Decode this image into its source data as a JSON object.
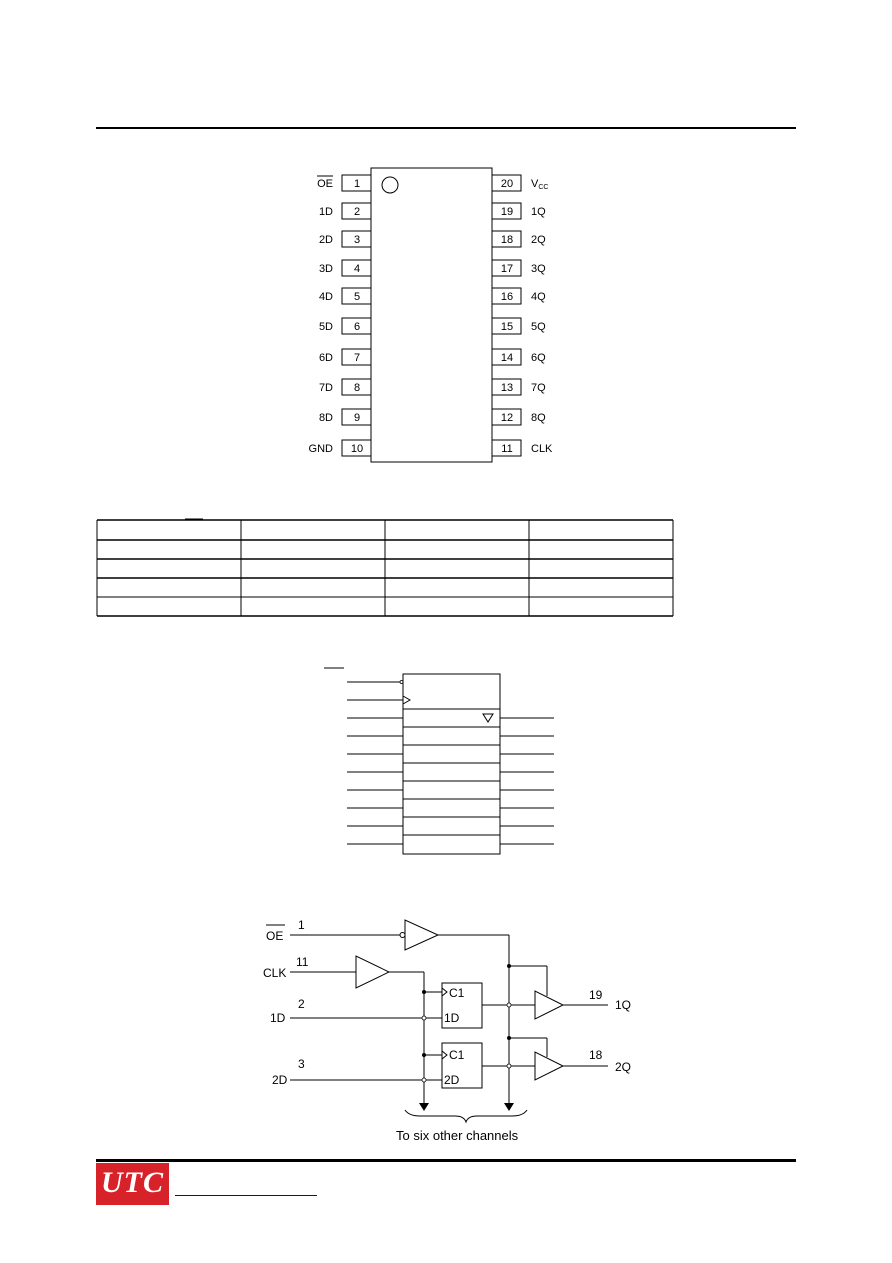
{
  "pinout": {
    "left": [
      {
        "name": "OE",
        "num": "1",
        "bar": true
      },
      {
        "name": "1D",
        "num": "2"
      },
      {
        "name": "2D",
        "num": "3"
      },
      {
        "name": "3D",
        "num": "4"
      },
      {
        "name": "4D",
        "num": "5"
      },
      {
        "name": "5D",
        "num": "6"
      },
      {
        "name": "6D",
        "num": "7"
      },
      {
        "name": "7D",
        "num": "8"
      },
      {
        "name": "8D",
        "num": "9"
      },
      {
        "name": "GND",
        "num": "10"
      }
    ],
    "right": [
      {
        "name": "V",
        "sub": "CC",
        "num": "20"
      },
      {
        "name": "1Q",
        "num": "19"
      },
      {
        "name": "2Q",
        "num": "18"
      },
      {
        "name": "3Q",
        "num": "17"
      },
      {
        "name": "4Q",
        "num": "16"
      },
      {
        "name": "5Q",
        "num": "15"
      },
      {
        "name": "6Q",
        "num": "14"
      },
      {
        "name": "7Q",
        "num": "13"
      },
      {
        "name": "8Q",
        "num": "12"
      },
      {
        "name": "CLK",
        "num": "11"
      }
    ]
  },
  "table": {
    "columns": 4,
    "rows": 5
  },
  "logic": {
    "oe_label": "OE",
    "oe_pin": "1",
    "clk_label": "CLK",
    "clk_pin": "11",
    "d1_label": "1D",
    "d1_pin": "2",
    "d2_label": "2D",
    "d2_pin": "3",
    "c1_label": "C1",
    "ff1_d_label": "1D",
    "ff2_d_label": "2D",
    "q1_label": "1Q",
    "q1_pin": "19",
    "q2_label": "2Q",
    "q2_pin": "18",
    "caption": "To six other channels"
  },
  "footer": {
    "logo_text": "UTC"
  }
}
